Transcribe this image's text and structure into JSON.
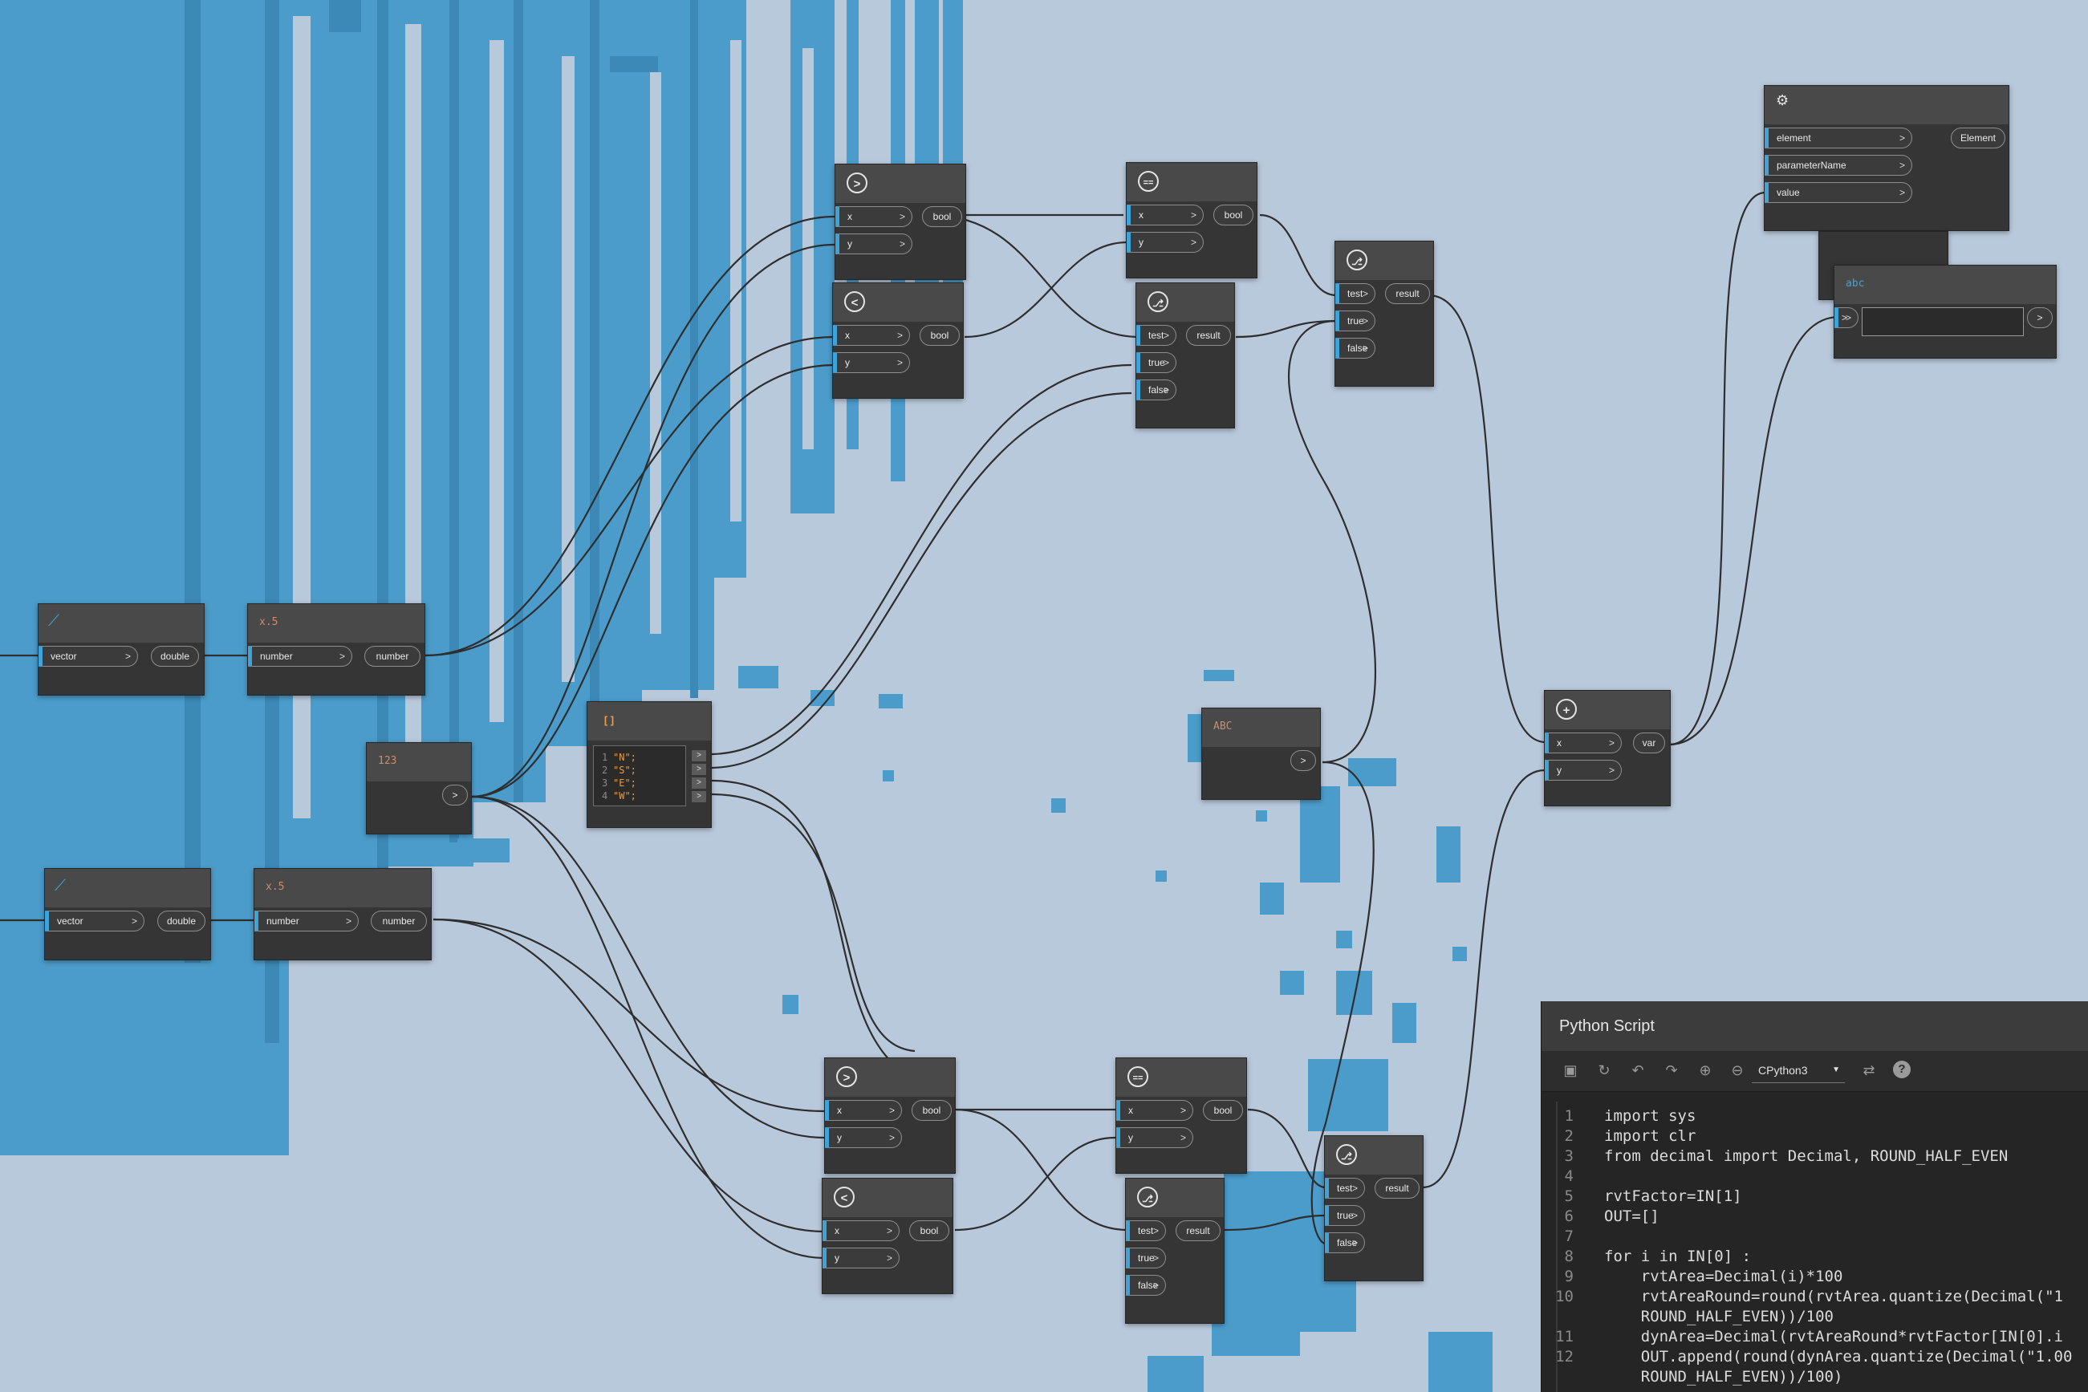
{
  "nodes": {
    "greater_top": {
      "icon": ">",
      "in_x": "x",
      "in_y": "y",
      "out": "bool"
    },
    "less_top": {
      "icon": "<",
      "in_x": "x",
      "in_y": "y",
      "out": "bool"
    },
    "equal_top": {
      "icon": "==",
      "in_x": "x",
      "in_y": "y",
      "out": "bool"
    },
    "if_top_inner": {
      "in_test": "test",
      "in_true": "true",
      "in_false": "false",
      "out": "result"
    },
    "if_top_outer": {
      "in_test": "test",
      "in_true": "true",
      "in_false": "false",
      "out": "result"
    },
    "vector_y": {
      "in": "vector",
      "out": "double"
    },
    "vector_x": {
      "in": "vector",
      "out": "double"
    },
    "mult_top": {
      "tag": "x.5",
      "in": "number",
      "out": "number"
    },
    "mult_bottom": {
      "tag": "x.5",
      "in": "number",
      "out": "number"
    },
    "number_node": {
      "tag": "123",
      "out": ">"
    },
    "list_node": {
      "icon": "[ ]",
      "items": [
        "\"N\";",
        "\"S\";",
        "\"E\";",
        "\"W\";"
      ]
    },
    "string_node": {
      "tag": "ABC",
      "out": ">"
    },
    "add_node": {
      "icon": "+",
      "in_x": "x",
      "in_y": "y",
      "out": "var"
    },
    "set_param": {
      "in_element": "element",
      "in_param": "parameterName",
      "in_value": "value",
      "out": "Element"
    },
    "string_input": {
      "tag": "abc",
      "in": ">",
      "out": ">"
    },
    "greater_bottom": {
      "icon": ">",
      "in_x": "x",
      "in_y": "y",
      "out": "bool"
    },
    "less_bottom": {
      "icon": "<",
      "in_x": "x",
      "in_y": "y",
      "out": "bool"
    },
    "equal_bottom": {
      "icon": "==",
      "in_x": "x",
      "in_y": "y",
      "out": "bool"
    },
    "if_bottom_inner": {
      "in_test": "test",
      "in_true": "true",
      "in_false": "false",
      "out": "result"
    },
    "if_bottom_outer": {
      "in_test": "test",
      "in_true": "true",
      "in_false": "false",
      "out": "result"
    }
  },
  "python_editor": {
    "title": "Python Script",
    "engine": "CPython3",
    "lines": [
      {
        "n": "1",
        "text": "import sys"
      },
      {
        "n": "2",
        "text": "import clr"
      },
      {
        "n": "3",
        "text": "from decimal import Decimal, ROUND_HALF_EVEN"
      },
      {
        "n": "4",
        "text": ""
      },
      {
        "n": "5",
        "text": "rvtFactor=IN[1]"
      },
      {
        "n": "6",
        "text": "OUT=[]"
      },
      {
        "n": "7",
        "text": ""
      },
      {
        "n": "8",
        "text": "for i in IN[0] :"
      },
      {
        "n": "9",
        "text": "    rvtArea=Decimal(i)*100"
      },
      {
        "n": "10",
        "text": "    rvtAreaRound=round(rvtArea.quantize(Decimal(\"1"
      },
      {
        "n": "",
        "text": "    ROUND_HALF_EVEN))/100"
      },
      {
        "n": "11",
        "text": "    dynArea=Decimal(rvtAreaRound*rvtFactor[IN[0].i"
      },
      {
        "n": "12",
        "text": "    OUT.append(round(dynArea.quantize(Decimal(\"1.00"
      },
      {
        "n": "",
        "text": "    ROUND_HALF_EVEN))/100)"
      }
    ]
  },
  "colors": {
    "canvas": "#b9c9dc",
    "geometry": "#4b9ccb",
    "node": "#353535",
    "port_accent": "#3fa3d8"
  }
}
